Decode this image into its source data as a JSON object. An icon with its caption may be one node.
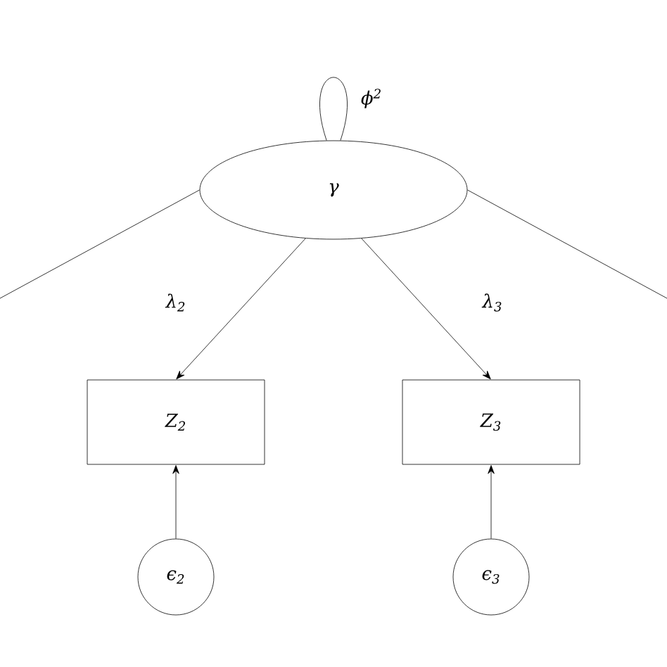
{
  "diagram": {
    "nodes": [
      {
        "text": [
          "γ"
        ]
      },
      {
        "text": [
          "Z$_{2}$"
        ]
      },
      {
        "text": [
          "Z$_{3}$"
        ]
      },
      {
        "text": [
          "ϵ$_{2}$"
        ]
      },
      {
        "text": [
          "ϵ$_{3}$"
        ]
      }
    ],
    "edges": [
      {
        "from": 0,
        "to": 0,
        "arrow": "none",
        "label": "ϕ$^{2}$"
      },
      {
        "from": 0,
        "to": null,
        "arrow": "none"
      },
      {
        "from": 0,
        "to": null,
        "arrow": "none"
      },
      {
        "from": 0,
        "to": 1,
        "arrow": "to",
        "label": "λ$_{2}$"
      },
      {
        "from": 0,
        "to": 2,
        "arrow": "to",
        "label": "λ$_{3}$"
      },
      {
        "from": 3,
        "to": 1,
        "arrow": "to"
      },
      {
        "from": 4,
        "to": 2,
        "arrow": "to"
      }
    ]
  }
}
